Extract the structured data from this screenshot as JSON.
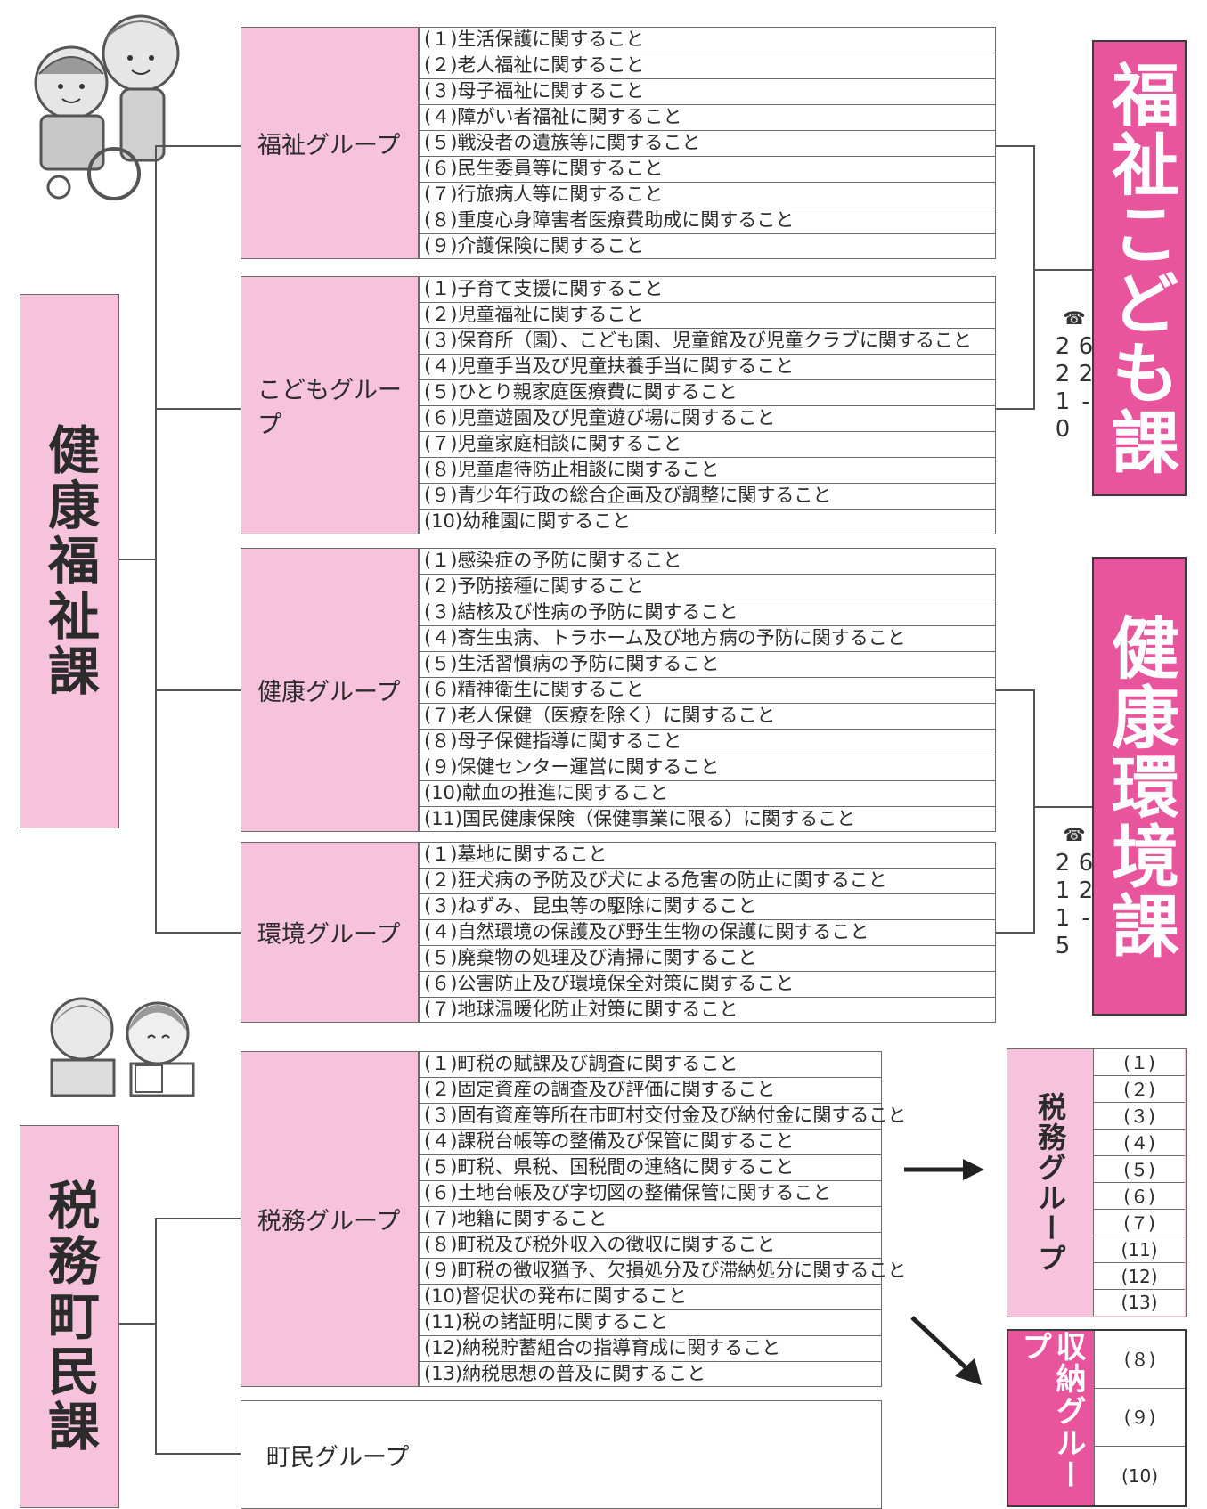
{
  "departments": {
    "kenko_fukushi": "健康福祉課",
    "zeimu_chomin": "税務町民課"
  },
  "sections": {
    "fukushi_kodomo": {
      "name": "福祉こども課",
      "phone": "62-2210"
    },
    "kenko_kankyo": {
      "name": "健康環境課",
      "phone": "62-2115"
    }
  },
  "groups": {
    "fukushi": {
      "name": "福祉グループ",
      "items": [
        "(１)生活保護に関すること",
        "(２)老人福祉に関すること",
        "(３)母子福祉に関すること",
        "(４)障がい者福祉に関すること",
        "(５)戦没者の遺族等に関すること",
        "(６)民生委員等に関すること",
        "(７)行旅病人等に関すること",
        "(８)重度心身障害者医療費助成に関すること",
        "(９)介護保険に関すること"
      ]
    },
    "kodomo": {
      "name": "こどもグループ",
      "items": [
        "(１)子育て支援に関すること",
        "(２)児童福祉に関すること",
        "(３)保育所（園）、こども園、児童館及び児童クラブに関すること",
        "(４)児童手当及び児童扶養手当に関すること",
        "(５)ひとり親家庭医療費に関すること",
        "(６)児童遊園及び児童遊び場に関すること",
        "(７)児童家庭相談に関すること",
        "(８)児童虐待防止相談に関すること",
        "(９)青少年行政の総合企画及び調整に関すること",
        "(10)幼稚園に関すること"
      ]
    },
    "kenko": {
      "name": "健康グループ",
      "items": [
        "(１)感染症の予防に関すること",
        "(２)予防接種に関すること",
        "(３)結核及び性病の予防に関すること",
        "(４)寄生虫病、トラホーム及び地方病の予防に関すること",
        "(５)生活習慣病の予防に関すること",
        "(６)精神衛生に関すること",
        "(７)老人保健（医療を除く）に関すること",
        "(８)母子保健指導に関すること",
        "(９)保健センター運営に関すること",
        "(10)献血の推進に関すること",
        "(11)国民健康保険（保健事業に限る）に関すること"
      ]
    },
    "kankyo": {
      "name": "環境グループ",
      "items": [
        "(１)墓地に関すること",
        "(２)狂犬病の予防及び犬による危害の防止に関すること",
        "(３)ねずみ、昆虫等の駆除に関すること",
        "(４)自然環境の保護及び野生生物の保護に関すること",
        "(５)廃棄物の処理及び清掃に関すること",
        "(６)公害防止及び環境保全対策に関すること",
        "(７)地球温暖化防止対策に関すること"
      ]
    },
    "zeimu": {
      "name": "税務グループ",
      "items": [
        "(１)町税の賦課及び調査に関すること",
        "(２)固定資産の調査及び評価に関すること",
        "(３)固有資産等所在市町村交付金及び納付金に関すること",
        "(４)課税台帳等の整備及び保管に関すること",
        "(５)町税、県税、国税間の連絡に関すること",
        "(６)土地台帳及び字切図の整備保管に関すること",
        "(７)地籍に関すること",
        "(８)町税及び税外収入の徴収に関すること",
        "(９)町税の徴収猶予、欠損処分及び滞納処分に関すること",
        "(10)督促状の発布に関すること",
        "(11)税の諸証明に関すること",
        "(12)納税貯蓄組合の指導育成に関すること",
        "(13)納税思想の普及に関すること"
      ]
    },
    "chomin": {
      "name": "町民グループ"
    }
  },
  "new_groups": {
    "zeimu": {
      "name": "税務グループ",
      "items": [
        "(１)",
        "(２)",
        "(３)",
        "(４)",
        "(５)",
        "(６)",
        "(７)",
        "(11)",
        "(12)",
        "(13)"
      ]
    },
    "shuno": {
      "name": "収納グループ",
      "items": [
        "(８)",
        "(９)",
        "(10)"
      ]
    }
  },
  "icons": {
    "phone": "☎",
    "arrow_right": "arrow-right-icon",
    "arrow_down_right": "arrow-down-right-icon"
  },
  "colors": {
    "pink_light": "#f6c2dc",
    "pink_strong": "#e9559d"
  }
}
